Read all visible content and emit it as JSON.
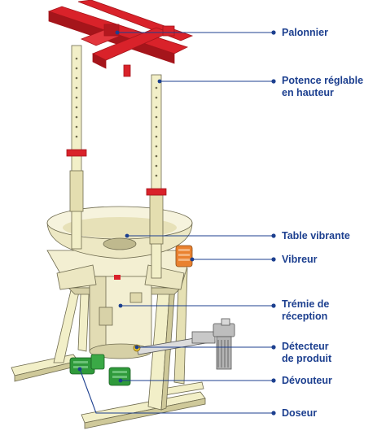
{
  "colors": {
    "frame": "#f2efc8",
    "frame_shadow": "#cfc99a",
    "frame_stroke": "#6e6a4e",
    "hopper": "#f3efd2",
    "palonnier": "#d9222a",
    "palonnier_dark": "#a5151b",
    "vibreur": "#e9812f",
    "motor": "#2f9a3b",
    "leader": "#1c3f8f",
    "label_text": "#1c3f8f"
  },
  "labels": [
    {
      "id": "palonnier",
      "lines": [
        "Palonnier"
      ]
    },
    {
      "id": "potence",
      "lines": [
        "Potence réglable",
        "en hauteur"
      ]
    },
    {
      "id": "table",
      "lines": [
        "Table vibrante"
      ]
    },
    {
      "id": "vibreur",
      "lines": [
        "Vibreur"
      ]
    },
    {
      "id": "tremie",
      "lines": [
        "Trémie de",
        "réception"
      ]
    },
    {
      "id": "detecteur",
      "lines": [
        "Détecteur",
        "de produit"
      ]
    },
    {
      "id": "devouteur",
      "lines": [
        "Dévouteur"
      ]
    },
    {
      "id": "doseur",
      "lines": [
        "Doseur"
      ]
    }
  ]
}
